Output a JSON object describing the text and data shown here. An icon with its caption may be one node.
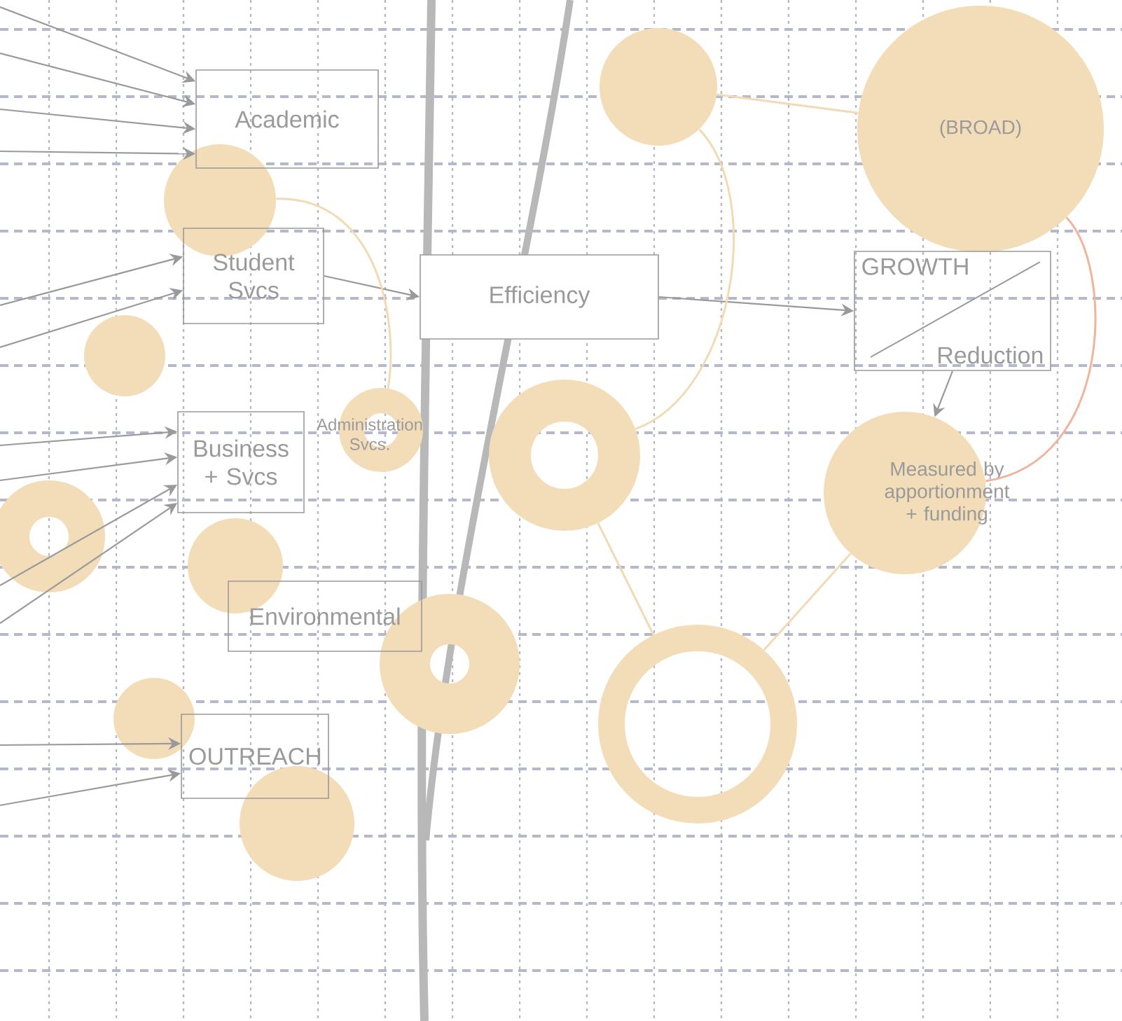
{
  "diagram": {
    "nodes": [
      {
        "text": [
          "Academic"
        ]
      },
      {
        "text": [
          "Student Svcs"
        ]
      },
      {
        "text": [
          "Business + Svcs"
        ]
      },
      {
        "text": [
          "Environmental"
        ]
      },
      {
        "text": [
          "OUTREACH"
        ]
      },
      {
        "text": [
          "Efficiency"
        ]
      },
      {
        "text": [
          "GROWTH",
          "Reduction"
        ]
      },
      {
        "text": [
          "(BROAD)"
        ]
      },
      {
        "text": [
          "Measured by apportionment + funding"
        ]
      },
      {
        "text": [],
        "shape": "circle"
      },
      {
        "text": [],
        "shape": "circle"
      },
      {
        "text": [],
        "shape": "circle"
      },
      {
        "text": [],
        "shape": "ring"
      },
      {
        "text": [
          "Administration Svcs."
        ]
      },
      {
        "text": [],
        "shape": "circle"
      },
      {
        "text": [],
        "shape": "ring"
      },
      {
        "text": [],
        "shape": "ring"
      },
      {
        "text": [],
        "shape": "ring"
      },
      {
        "text": [],
        "shape": "circle"
      },
      {
        "text": [],
        "shape": "circle"
      }
    ],
    "edges": [
      {
        "from": null,
        "to": 0,
        "arrow": "to"
      },
      {
        "from": null,
        "to": 0,
        "arrow": "to"
      },
      {
        "from": null,
        "to": 0,
        "arrow": "to"
      },
      {
        "from": null,
        "to": 0,
        "arrow": "to"
      },
      {
        "from": null,
        "to": 1,
        "arrow": "to"
      },
      {
        "from": null,
        "to": 1,
        "arrow": "to"
      },
      {
        "from": null,
        "to": 2,
        "arrow": "to"
      },
      {
        "from": null,
        "to": 2,
        "arrow": "to"
      },
      {
        "from": null,
        "to": 2,
        "arrow": "to"
      },
      {
        "from": null,
        "to": 2,
        "arrow": "to"
      },
      {
        "from": null,
        "to": 4,
        "arrow": "to"
      },
      {
        "from": null,
        "to": 4,
        "arrow": "to"
      },
      {
        "from": 1,
        "to": 5,
        "arrow": "to"
      },
      {
        "from": 5,
        "to": 6,
        "arrow": "to"
      },
      {
        "from": 6,
        "to": 8,
        "arrow": "to"
      },
      {
        "from": 9,
        "to": 7,
        "arrow": "none",
        "color": "#f2dab4"
      },
      {
        "from": 9,
        "to": 16,
        "arrow": "none",
        "color": "#f2dab4"
      },
      {
        "from": 16,
        "to": 17,
        "arrow": "none",
        "color": "#f2dab4"
      },
      {
        "from": 17,
        "to": 8,
        "arrow": "none",
        "color": "#f2dab4"
      },
      {
        "from": 8,
        "to": 7,
        "arrow": "none",
        "color": "#f0b49c"
      },
      {
        "from": 10,
        "to": 13,
        "arrow": "none",
        "color": "#f2dab4"
      }
    ]
  }
}
